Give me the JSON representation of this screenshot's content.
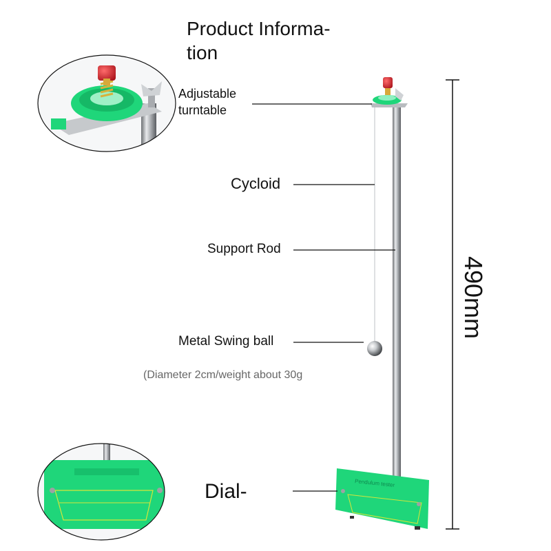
{
  "title_line1": "Product Informa-",
  "title_line2": "tion",
  "labels": {
    "turntable_line1": "Adjustable",
    "turntable_line2": "turntable",
    "cycloid": "Cycloid",
    "support_rod": "Support Rod",
    "metal_ball": "Metal Swing ball",
    "ball_note": "(Diameter 2cm/weight about 30g",
    "dial": "Dial-"
  },
  "dimension": "490mm",
  "dial_plate_text": "Pendulum tester",
  "colors": {
    "plate_green": "#1fd67a",
    "knob_red": "#d6212b",
    "rod_steel": "#b9bcc0"
  },
  "icons": [
    "knob-icon",
    "spring-icon",
    "pulley-icon",
    "wing-nut-icon",
    "steel-ball-icon",
    "protractor-icon"
  ]
}
